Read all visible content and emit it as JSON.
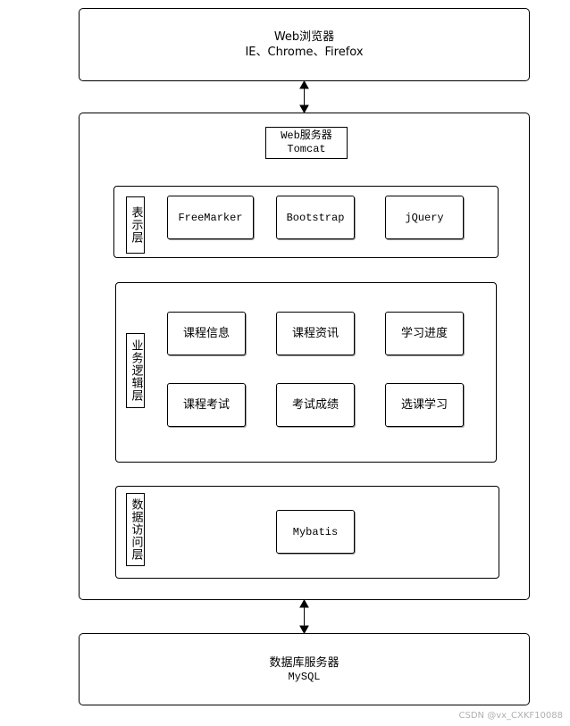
{
  "browser": {
    "title": "Web浏览器",
    "subtitle": "IE、Chrome、Firefox"
  },
  "web_server": {
    "title": "Web服务器",
    "subtitle": "Tomcat"
  },
  "presentation_layer": {
    "label": "表示层",
    "modules": [
      "FreeMarker",
      "Bootstrap",
      "jQuery"
    ]
  },
  "business_layer": {
    "label": "业务逻辑层",
    "modules": [
      "课程信息",
      "课程资讯",
      "学习进度",
      "课程考试",
      "考试成绩",
      "选课学习"
    ]
  },
  "data_access_layer": {
    "label": "数据访问层",
    "modules": [
      "Mybatis"
    ]
  },
  "db_server": {
    "title": "数据库服务器",
    "subtitle": "MySQL"
  },
  "watermark": "CSDN @vx_CXKF10088"
}
